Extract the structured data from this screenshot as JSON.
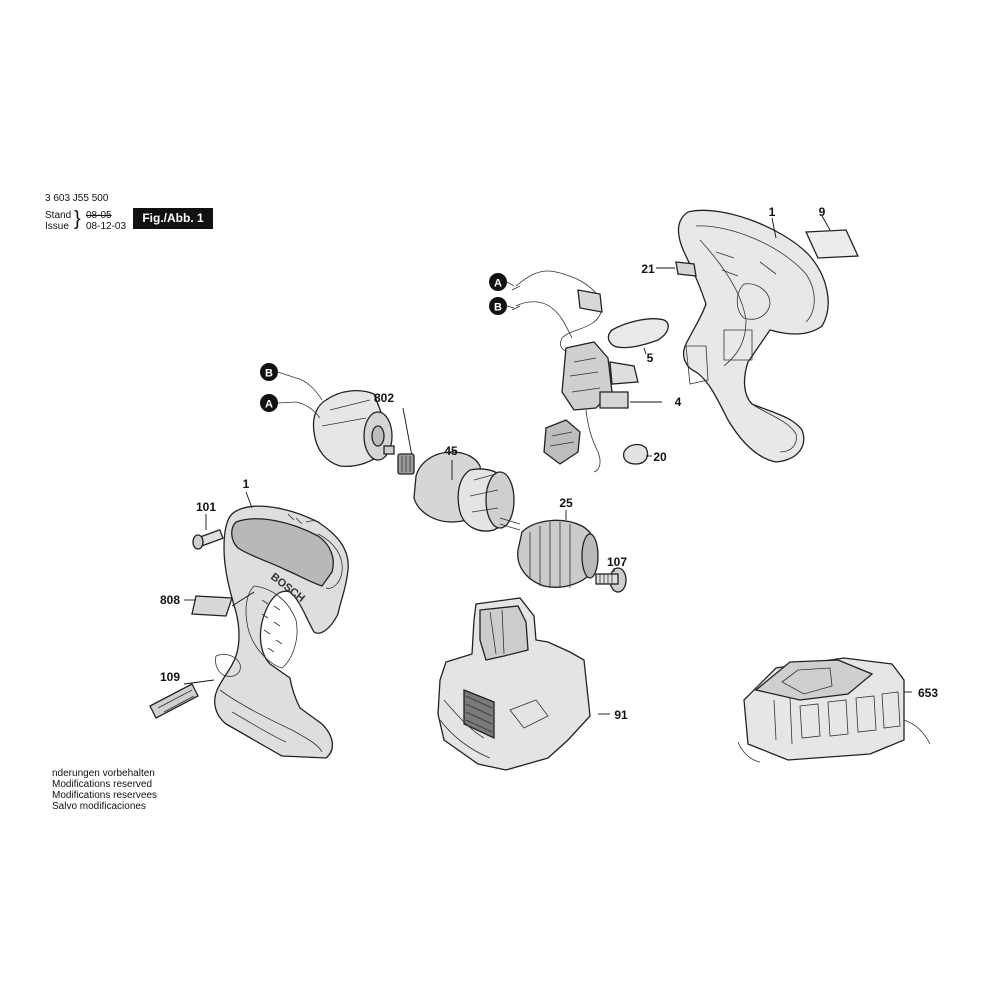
{
  "header": {
    "part_number": "3 603 J55 500",
    "stand_label": "Stand",
    "stand_value": "08-05",
    "issue_label": "Issue",
    "issue_value": "08-12-03",
    "figure_label": "Fig./Abb. 1"
  },
  "diagram": {
    "callouts": {
      "c1_top": "1",
      "c9": "9",
      "c21": "21",
      "c5": "5",
      "c4": "4",
      "c20": "20",
      "c802": "802",
      "c45": "45",
      "c1_left": "1",
      "c101": "101",
      "c25": "25",
      "c107": "107",
      "c808": "808",
      "c109": "109",
      "c91": "91",
      "c653": "653"
    },
    "connectors": {
      "top_a": "A",
      "top_b": "B",
      "motor_b": "B",
      "motor_a": "A"
    },
    "housing_brand": "BOSCH"
  },
  "footer": {
    "lines": [
      "nderungen vorbehalten",
      "Modifications reserved",
      "Modifications reservees",
      "Salvo modificaciones"
    ]
  }
}
